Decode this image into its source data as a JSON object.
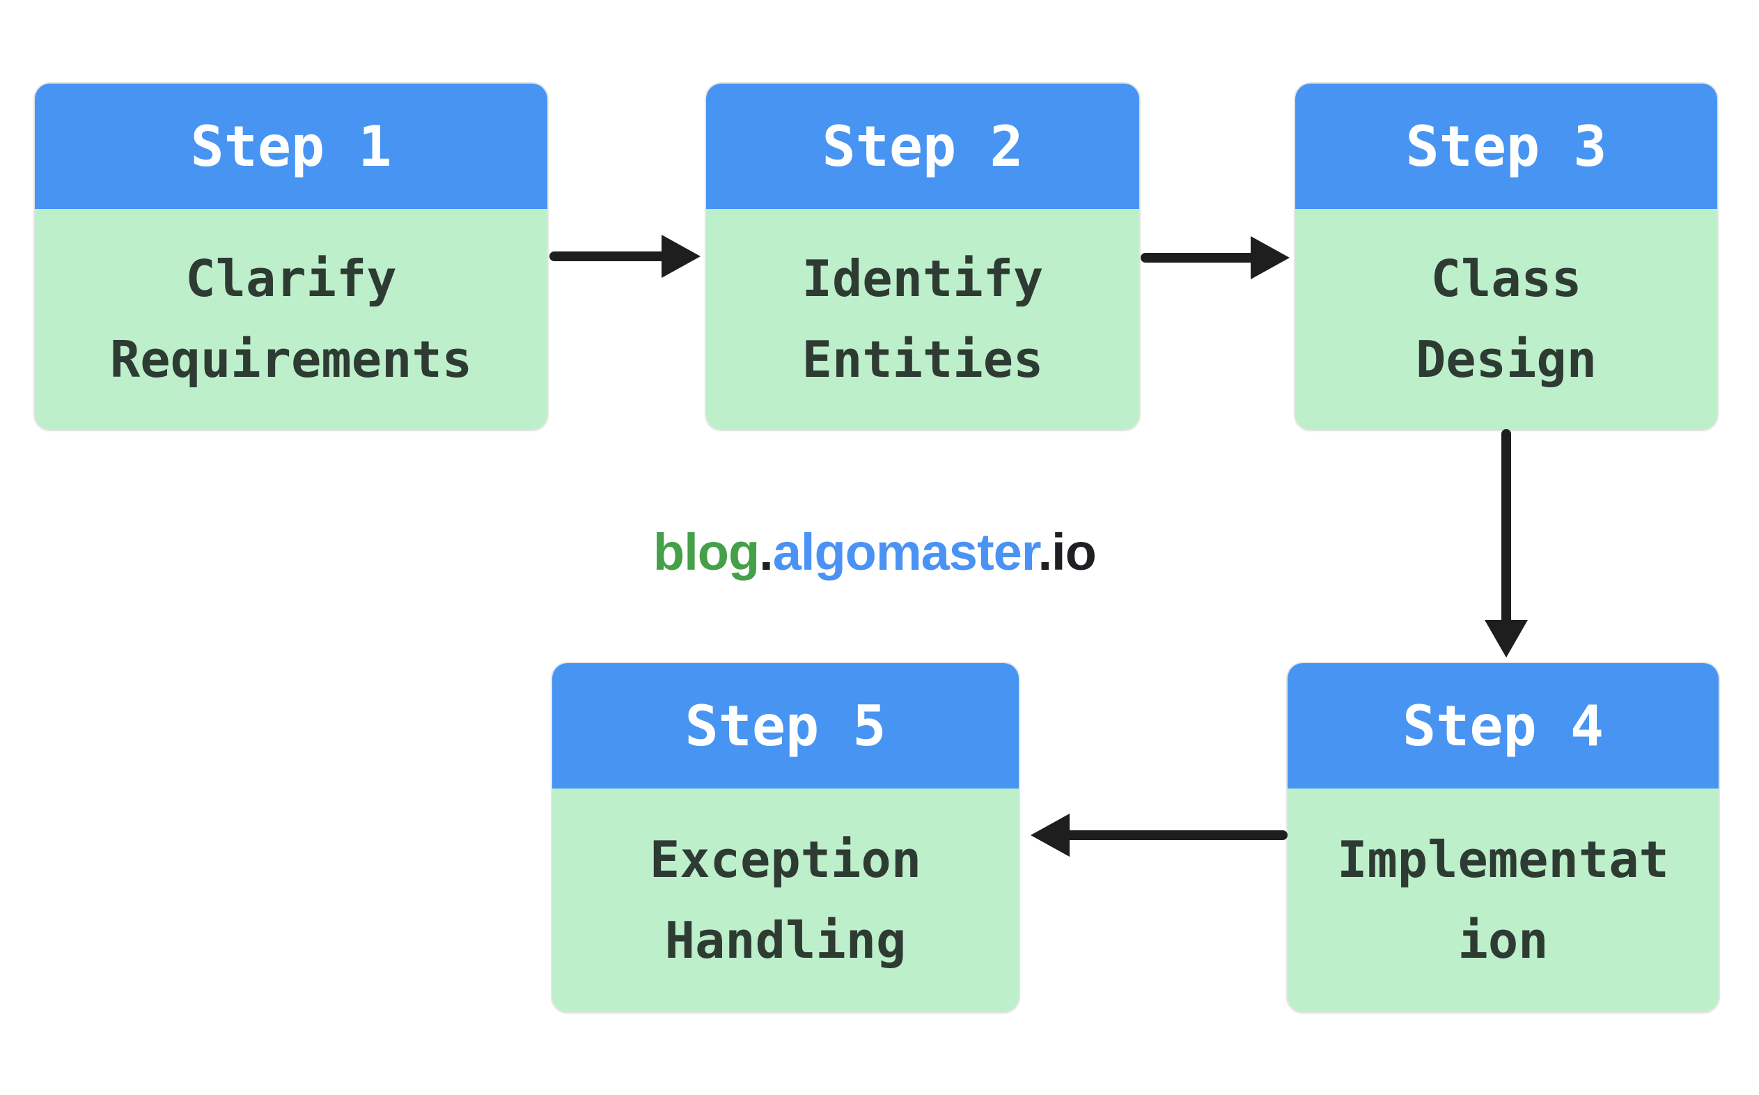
{
  "diagram": {
    "background": "#FFFFFF",
    "colors": {
      "header_blue": "#4894F2",
      "body_green": "#BDEFCB",
      "header_text": "#FFFFFF",
      "body_text": "#2E3B33",
      "arrow": "#1E1E1E"
    },
    "steps": [
      {
        "id": 1,
        "title": "Step 1",
        "lines": [
          "Clarify",
          "Requirements"
        ]
      },
      {
        "id": 2,
        "title": "Step 2",
        "lines": [
          "Identify",
          "Entities"
        ]
      },
      {
        "id": 3,
        "title": "Step 3",
        "lines": [
          "Class",
          "Design"
        ]
      },
      {
        "id": 4,
        "title": "Step 4",
        "lines": [
          "Implementat",
          "ion"
        ]
      },
      {
        "id": 5,
        "title": "Step 5",
        "lines": [
          "Exception",
          "Handling"
        ]
      }
    ],
    "flow": [
      "step-1 -> step-2",
      "step-2 -> step-3",
      "step-3 -> step-4",
      "step-4 -> step-5"
    ]
  },
  "watermark": {
    "segments": [
      {
        "text": "blog",
        "color": "#45A049"
      },
      {
        "text": ".",
        "color": "#1F2023"
      },
      {
        "text": "algomaster",
        "color": "#4B92F5"
      },
      {
        "text": ".io",
        "color": "#1F2023"
      }
    ]
  }
}
